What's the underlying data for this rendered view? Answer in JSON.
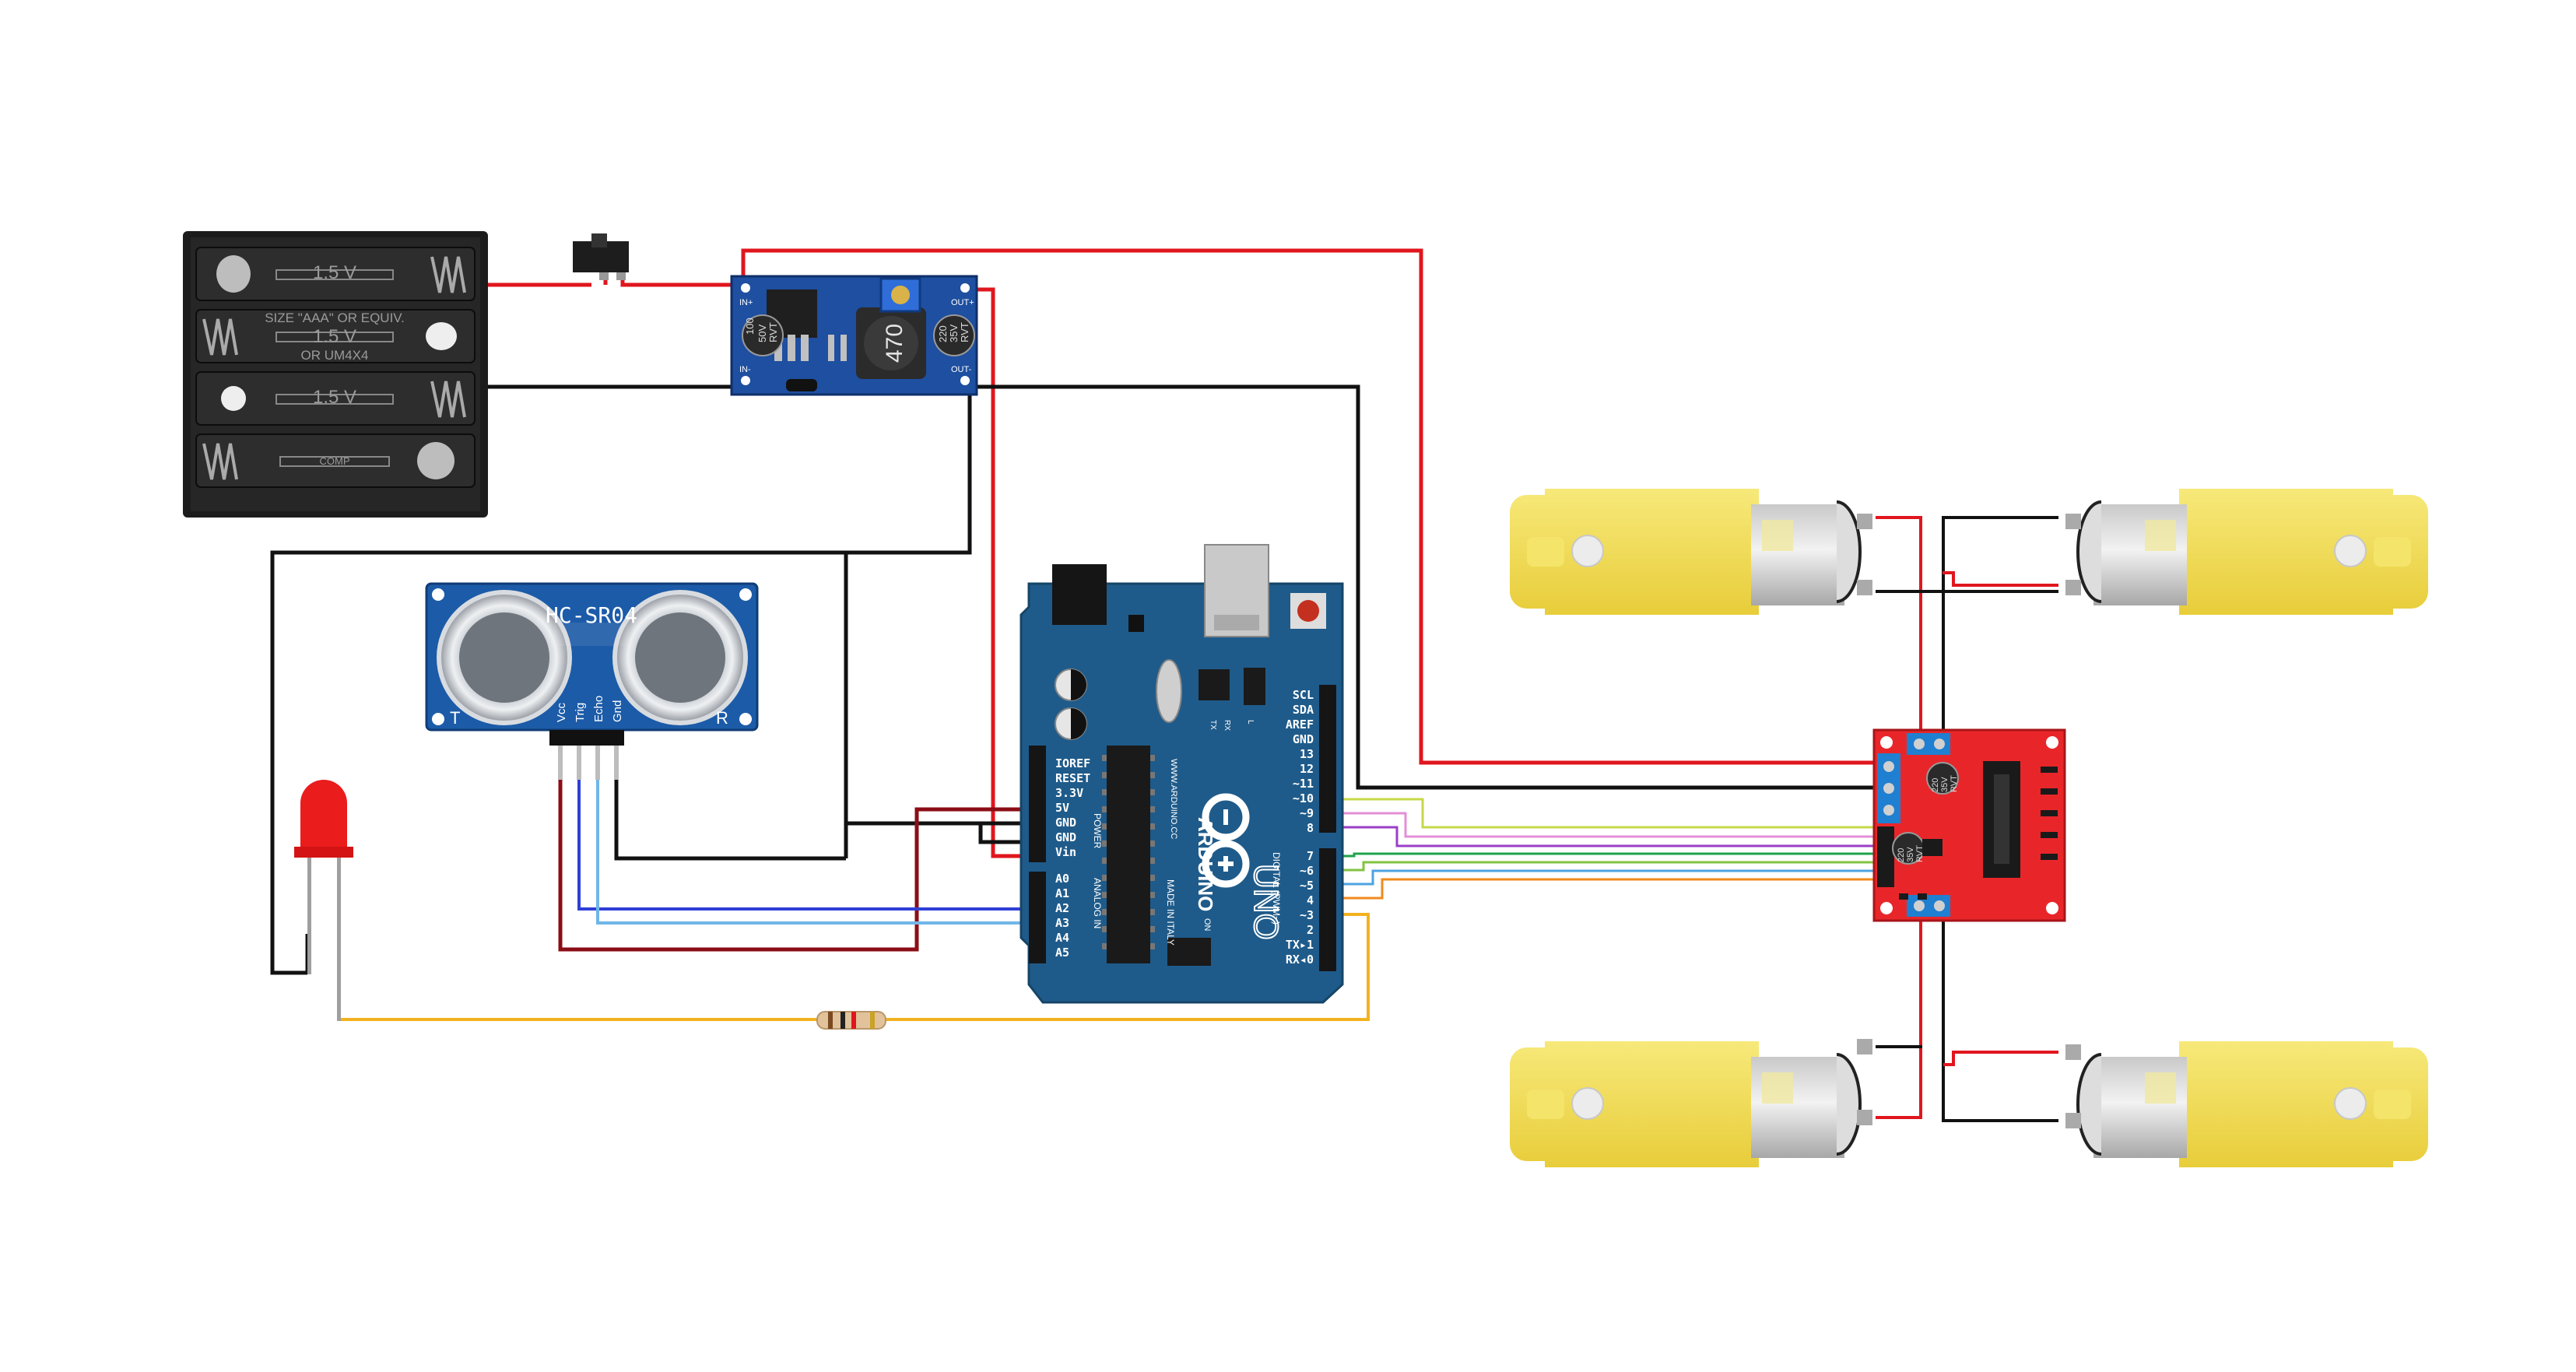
{
  "battery": {
    "cells": [
      {
        "text": "1.5 V"
      },
      {
        "text": "1.5 V",
        "note": "SIZE \"AAA\" OR EQUIV.",
        "note2": "OR UM4X4"
      },
      {
        "text": "1.5 V"
      },
      {
        "text": "COMP"
      }
    ]
  },
  "buck": {
    "in_plus": "IN+",
    "in_minus": "IN-",
    "out_plus": "OUT+",
    "out_minus": "OUT-",
    "inductor": "470",
    "cap_left": [
      "100",
      "50V",
      "RVT"
    ],
    "cap_right": [
      "220",
      "35V",
      "RVT"
    ]
  },
  "sensor": {
    "title": "HC-SR04",
    "t": "T",
    "r": "R",
    "pins": [
      "Vcc",
      "Trig",
      "Echo",
      "Gnd"
    ]
  },
  "arduino": {
    "power_pins": [
      "IOREF",
      "RESET",
      "3.3V",
      "5V",
      "GND",
      "GND",
      "Vin"
    ],
    "analog_pins": [
      "A0",
      "A1",
      "A2",
      "A3",
      "A4",
      "A5"
    ],
    "power_label": "POWER",
    "analog_label": "ANALOG IN",
    "digital_top": [
      "SCL",
      "SDA",
      "AREF",
      "GND",
      "13",
      "12",
      "~11",
      "~10",
      "~9",
      "8"
    ],
    "digital_bottom": [
      "7",
      "~6",
      "~5",
      "4",
      "~3",
      "2",
      "TX▸1",
      "RX◂0"
    ],
    "digital_label": "DIGITAL (PWM~)",
    "brand": "ARDUINO",
    "model": "UNO",
    "made": "MADE IN ITALY",
    "site": "WWW.ARDUINO.CC",
    "on": "ON",
    "leds": [
      "TX",
      "RX",
      "L"
    ]
  },
  "driver": {
    "cap_top": [
      "220",
      "35V",
      "RVT"
    ],
    "cap_bottom": [
      "220",
      "35V",
      "RVT"
    ]
  },
  "colors": {
    "red_wire": "#e0161e",
    "black_wire": "#111111",
    "dark_red_wire": "#8b0d16",
    "blue_wire": "#2f3fd6",
    "light_blue_wire": "#5aa9e6",
    "yellow_wire": "#f2b21f",
    "arduino_blue": "#1f5b8a",
    "buck_blue": "#1e4fa0",
    "driver_red": "#e8262a",
    "motor_yellow": "#f5e25b"
  }
}
